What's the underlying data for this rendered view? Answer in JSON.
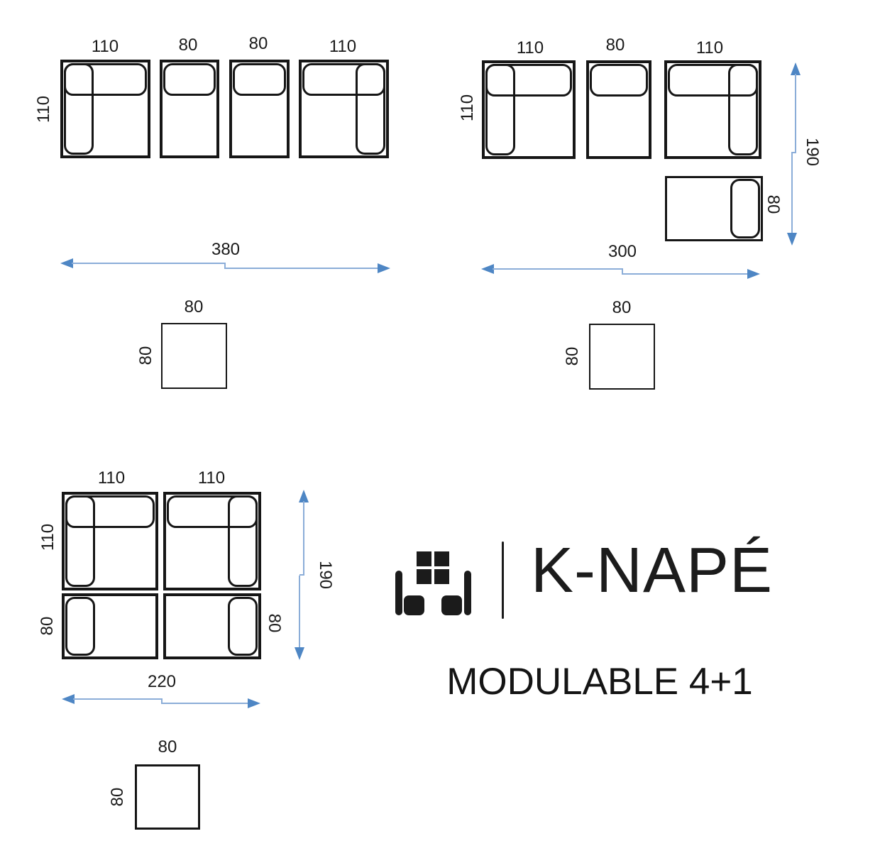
{
  "brand": {
    "name": "K-NAPÉ",
    "tagline": "MODULABLE 4+1"
  },
  "palette": {
    "ink": "#161616",
    "dim_line": "#8badd8",
    "dim_head": "#4e86c4"
  },
  "config_a": {
    "top_labels": [
      "110",
      "80",
      "80",
      "110"
    ],
    "left_label": "110",
    "total_width": "380"
  },
  "config_b": {
    "top_labels": [
      "110",
      "80",
      "110"
    ],
    "left_label": "110",
    "total_depth": "190",
    "chaise_depth": "80",
    "total_width": "300"
  },
  "config_c": {
    "top_labels": [
      "110",
      "110"
    ],
    "left_labels": [
      "110",
      "80"
    ],
    "right_label": "80",
    "total_depth": "190",
    "total_width": "220"
  },
  "pouf_a": {
    "width": "80",
    "height": "80"
  },
  "pouf_b": {
    "width": "80",
    "height": "80"
  },
  "pouf_c": {
    "width": "80",
    "height": "80"
  }
}
